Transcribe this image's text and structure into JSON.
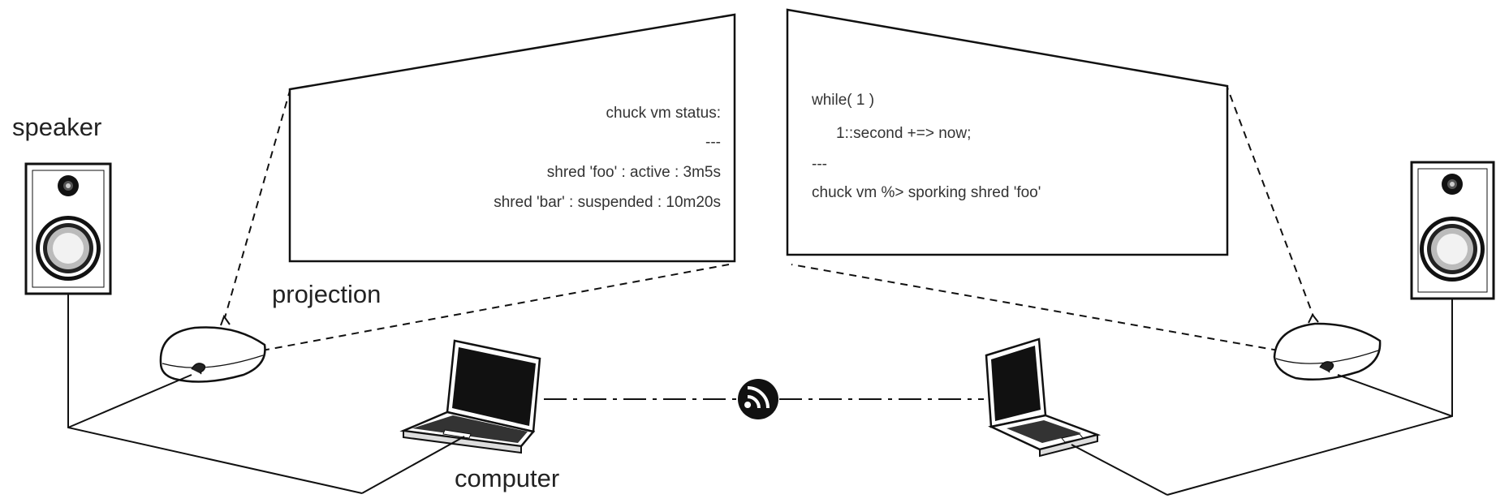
{
  "labels": {
    "speaker": "speaker",
    "projection": "projection",
    "computer": "computer"
  },
  "left_screen": {
    "lines": [
      "chuck vm status:",
      "---",
      "shred 'foo' : active : 3m5s",
      "shred 'bar' : suspended : 10m20s"
    ]
  },
  "right_screen": {
    "lines": [
      "while( 1 )",
      "1::second +=> now;",
      "---",
      "chuck vm %> sporking shred 'foo'"
    ]
  },
  "icons": {
    "speaker": "speaker-icon",
    "projector": "projector-icon",
    "laptop": "laptop-icon",
    "wireless": "wireless-icon"
  }
}
